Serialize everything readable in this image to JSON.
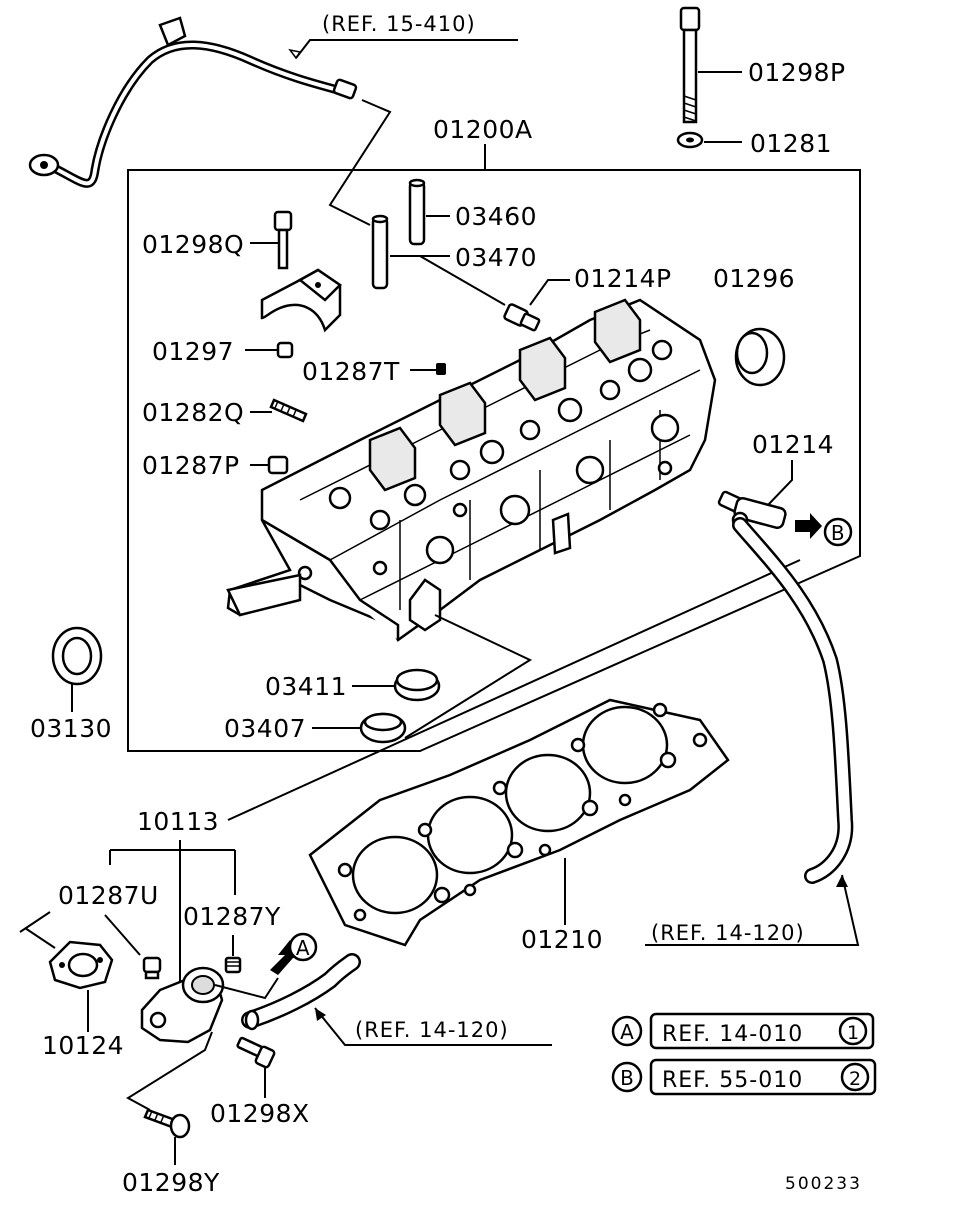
{
  "labels": {
    "ref_15_410": "(REF. 15-410)",
    "p01298P": "01298P",
    "p01281": "01281",
    "p01200A": "01200A",
    "p03460": "03460",
    "p03470": "03470",
    "p01298Q": "01298Q",
    "p01214P": "01214P",
    "p01296": "01296",
    "p01297": "01297",
    "p01287T": "01287T",
    "p01282Q": "01282Q",
    "p01214": "01214",
    "p01287P": "01287P",
    "callout_B_arrow": "B",
    "p03130": "03130",
    "p03411": "03411",
    "p03407": "03407",
    "p10113": "10113",
    "p01287U": "01287U",
    "p01287Y": "01287Y",
    "callout_A_arrow": "A",
    "p10124": "10124",
    "p01210": "01210",
    "ref_14_120_right": "(REF. 14-120)",
    "ref_14_120_bottom": "(REF. 14-120)",
    "p01298X": "01298X",
    "p01298Y": "01298Y",
    "diagram_number": "500233"
  },
  "legend": {
    "A": {
      "letter": "A",
      "ref": "REF. 14-010",
      "num": "1"
    },
    "B": {
      "letter": "B",
      "ref": "REF. 55-010",
      "num": "2"
    }
  }
}
